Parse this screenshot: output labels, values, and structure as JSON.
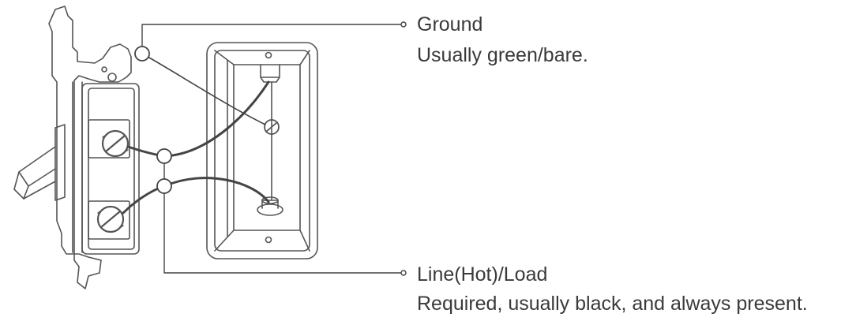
{
  "labels": {
    "ground": {
      "title": "Ground",
      "description": "Usually green/bare."
    },
    "line": {
      "title": "Line(Hot)/Load",
      "description": "Required, usually black, and always present."
    }
  },
  "colors": {
    "stroke": "#555555",
    "wire": "#444444",
    "text": "#3a3a3a",
    "background": "#ffffff"
  }
}
